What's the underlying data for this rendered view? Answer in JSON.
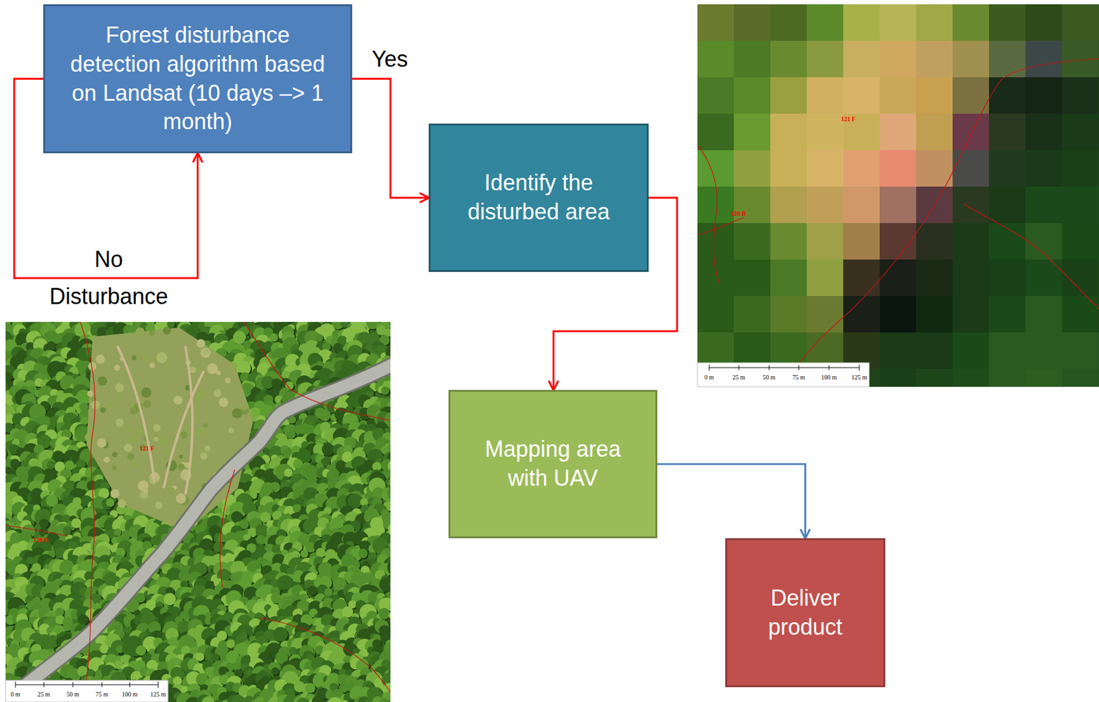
{
  "diagram": {
    "nodes": [
      {
        "text": [
          "Forest disturbance detection algorithm based on Landsat (10 days –> 1 month)"
        ]
      },
      {
        "text": [
          "Identify the disturbed area"
        ]
      },
      {
        "text": [
          "Mapping area with UAV"
        ]
      },
      {
        "text": [
          "Deliver product"
        ]
      }
    ],
    "edges": [
      {
        "from": 0,
        "to": 1,
        "label": "Yes",
        "arrow": "to"
      },
      {
        "from": 0,
        "to": 0,
        "label": "No Disturbance",
        "arrow": "to"
      },
      {
        "from": 1,
        "to": 2,
        "arrow": "to"
      },
      {
        "from": 2,
        "to": 3,
        "arrow": "to"
      }
    ],
    "labels": [
      "121 F",
      "120 B",
      "0 m",
      "25 m",
      "50 m",
      "75 m",
      "100 m",
      "125 m",
      "121 F",
      "120 B",
      "0 m",
      "25 m",
      "50 m",
      "75 m",
      "100 m",
      "125 m"
    ]
  }
}
